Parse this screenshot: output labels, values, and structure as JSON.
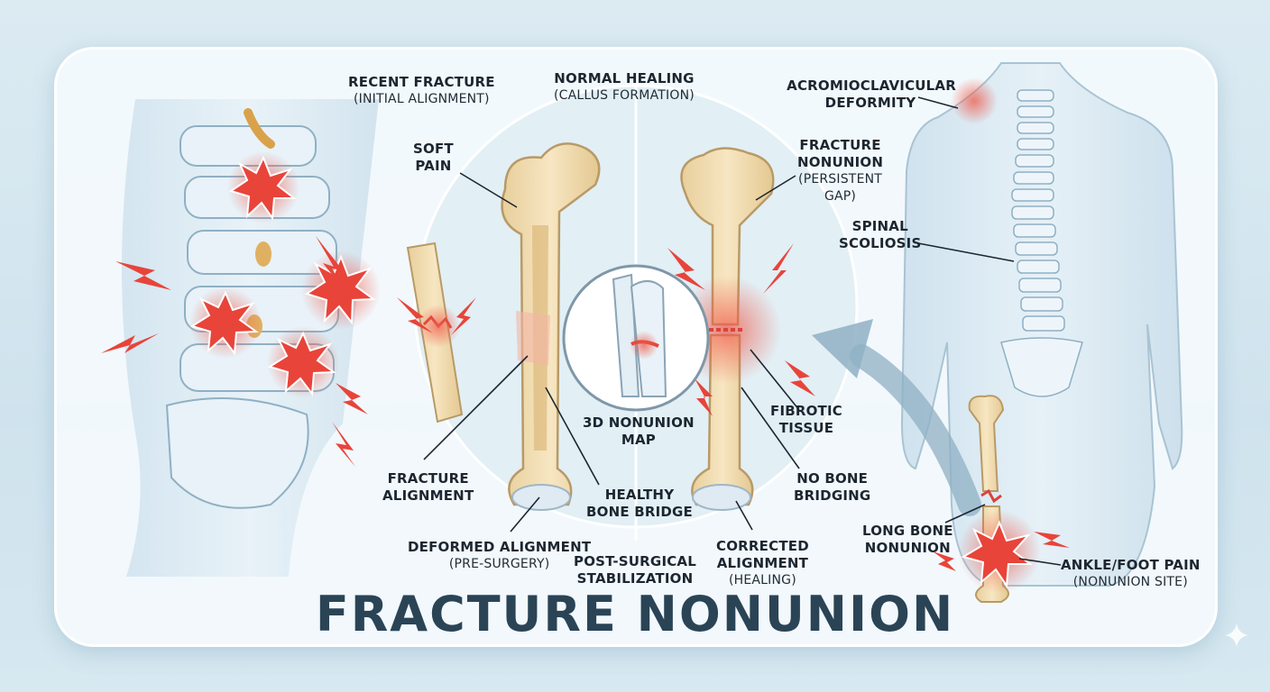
{
  "title": "FRACTURE NONUNION",
  "labels": {
    "recent_fracture": {
      "title": "RECENT FRACTURE",
      "sub": "(INITIAL ALIGNMENT)"
    },
    "normal_healing": {
      "title": "NORMAL HEALING",
      "sub": "(CALLUS FORMATION)"
    },
    "acromioclavicular": {
      "line1": "ACROMIOCLAVICULAR",
      "line2": "DEFORMITY"
    },
    "soft_pain": {
      "line1": "SOFT",
      "line2": "PAIN"
    },
    "fracture_nonunion": {
      "line1": "FRACTURE",
      "line2": "NONUNION",
      "sub1": "(PERSISTENT",
      "sub2": "GAP)"
    },
    "spinal_scoliosis": {
      "line1": "SPINAL",
      "line2": "SCOLIOSIS"
    },
    "nonunion_map": {
      "line1": "3D NONUNION",
      "line2": "MAP"
    },
    "fibrotic_tissue": {
      "line1": "FIBROTIC",
      "line2": "TISSUE"
    },
    "fracture_alignment": {
      "line1": "FRACTURE",
      "line2": "ALIGNMENT"
    },
    "no_bone_bridging": {
      "line1": "NO BONE",
      "line2": "BRIDGING"
    },
    "healthy_bone_bridge": {
      "line1": "HEALTHY",
      "line2": "BONE BRIDGE"
    },
    "long_bone_nonunion": {
      "line1": "LONG BONE",
      "line2": "NONUNION"
    },
    "deformed_alignment": {
      "title": "DEFORMED ALIGNMENT",
      "sub": "(PRE-SURGERY)"
    },
    "post_surgical": {
      "line1": "POST-SURGICAL",
      "line2": "STABILIZATION"
    },
    "corrected_alignment": {
      "line1": "CORRECTED",
      "line2": "ALIGNMENT",
      "sub": "(HEALING)"
    },
    "ankle_foot_pain": {
      "title": "ANKLE/FOOT PAIN",
      "sub": "(NONUNION SITE)"
    }
  },
  "colors": {
    "title": "#2a4456",
    "bone": "#f2dcae",
    "bone_outline": "#b89a66",
    "pain": "#e84a3c",
    "body": "#dcebf4",
    "card": "#f4fafd"
  }
}
